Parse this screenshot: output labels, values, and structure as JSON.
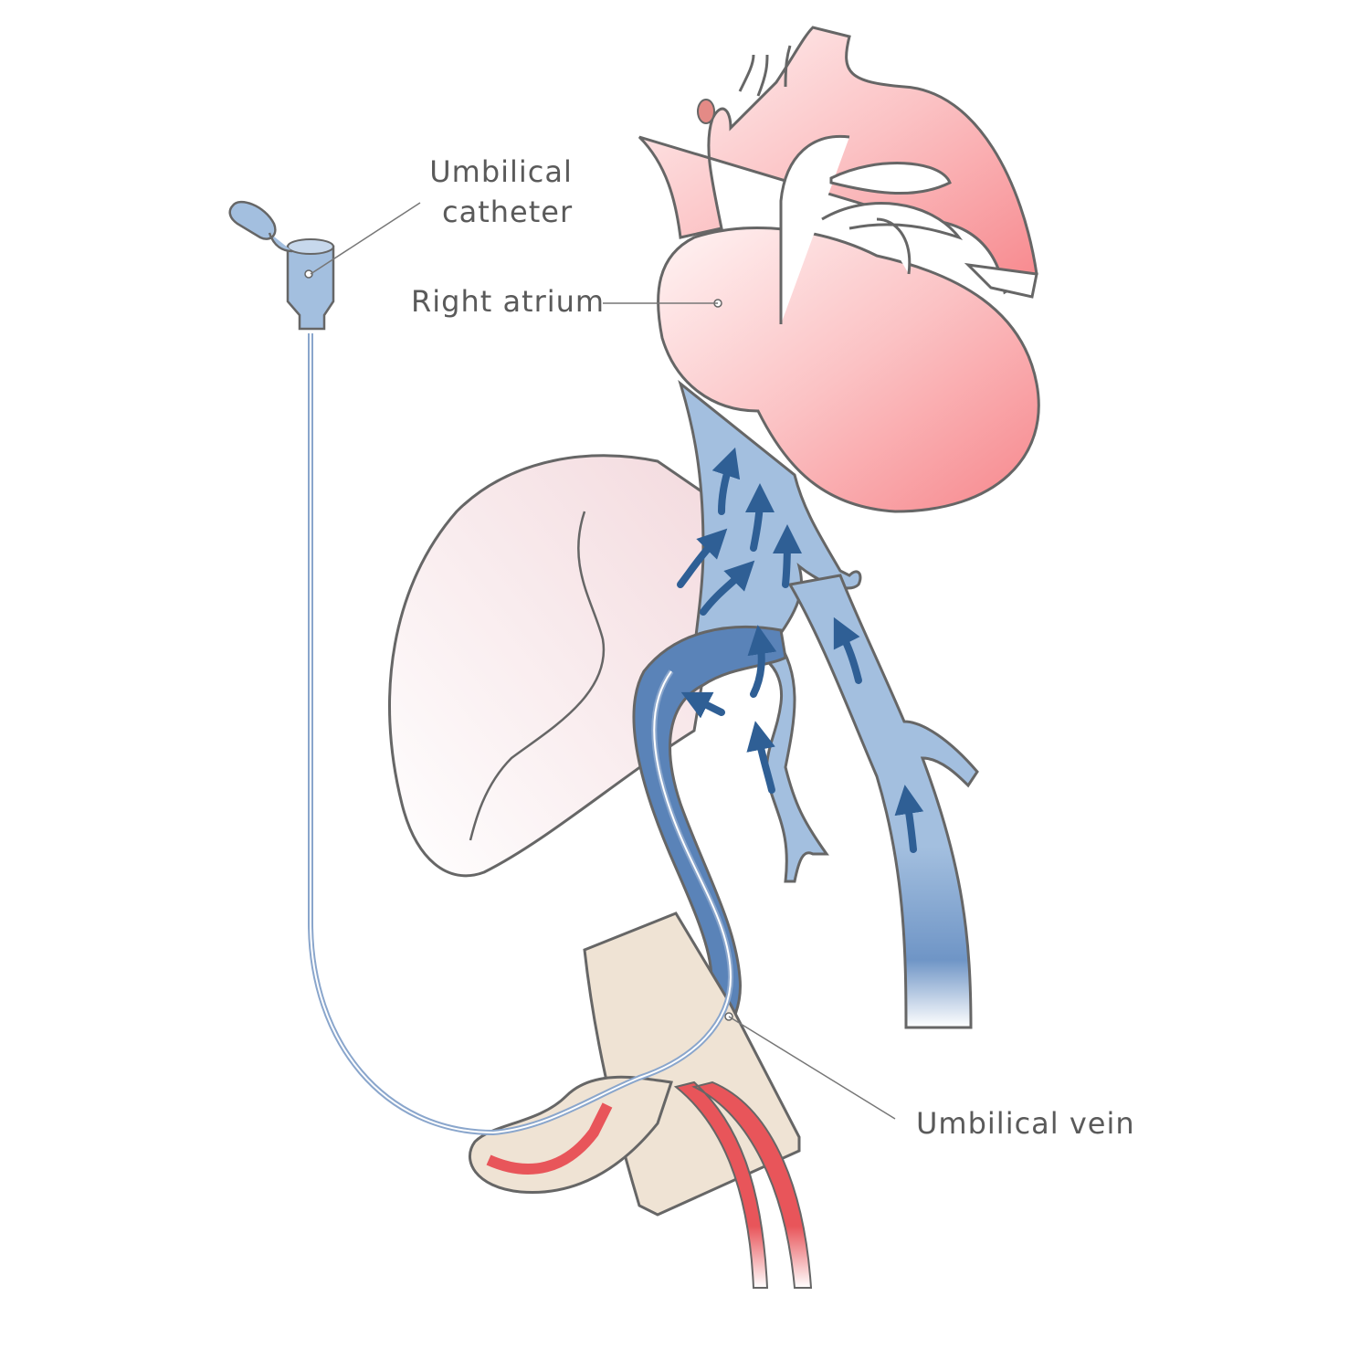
{
  "labels": {
    "umbilical_catheter_line1": "Umbilical",
    "umbilical_catheter_line2": "catheter",
    "right_atrium": "Right atrium",
    "umbilical_vein": "Umbilical vein"
  },
  "colors": {
    "heart": "#f7a3a6",
    "vein": "#a3bfdf",
    "vein_dark": "#5a83b8",
    "arrow": "#2f5f95",
    "liver": "#f6e4e6",
    "artery": "#e8555a",
    "cord": "#efe3d4",
    "outline": "#666666"
  }
}
